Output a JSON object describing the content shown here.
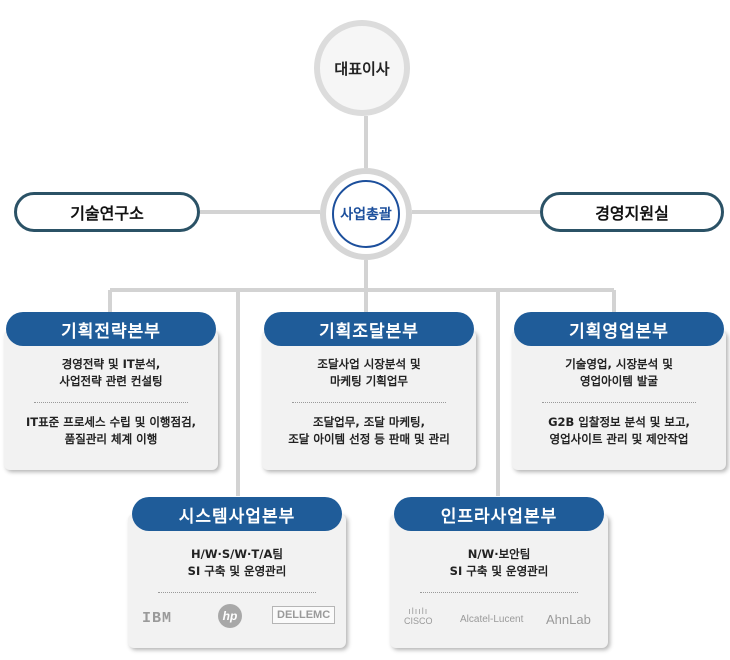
{
  "ceo": "대표이사",
  "general_manager": "사업총괄",
  "rnd": "기술연구소",
  "management_support": "경영지원실",
  "departments": [
    {
      "title": "기획전략본부",
      "line1a": "경영전략 및 IT분석,",
      "line1b": "사업전략 관련 컨설팅",
      "line2a": "IT표준 프로세스 수립 및 이행점검,",
      "line2b": "품질관리 체계 이행"
    },
    {
      "title": "기획조달본부",
      "line1a": "조달사업 시장분석 및",
      "line1b": "마케팅 기획업무",
      "line2a": "조달업무, 조달 마케팅,",
      "line2b": "조달 아이템 선정 등 판매 및 관리"
    },
    {
      "title": "기획영업본부",
      "line1a": "기술영업, 시장분석 및",
      "line1b": "영업아이템 발굴",
      "line2a": "G2B 입찰정보 분석 및 보고,",
      "line2b": "영업사이트 관리 및 제안작업"
    },
    {
      "title": "시스템사업본부",
      "line1a": "H/W·S/W·T/A팀",
      "line1b": "SI 구축 및 운영관리",
      "logos": [
        "IBM",
        "hp",
        "DELLEMC"
      ]
    },
    {
      "title": "인프라사업본부",
      "line1a": "N/W·보안팀",
      "line1b": "SI 구축 및 운영관리",
      "logos": [
        "CISCO",
        "Alcatel-Lucent",
        "AhnLab"
      ]
    }
  ]
}
